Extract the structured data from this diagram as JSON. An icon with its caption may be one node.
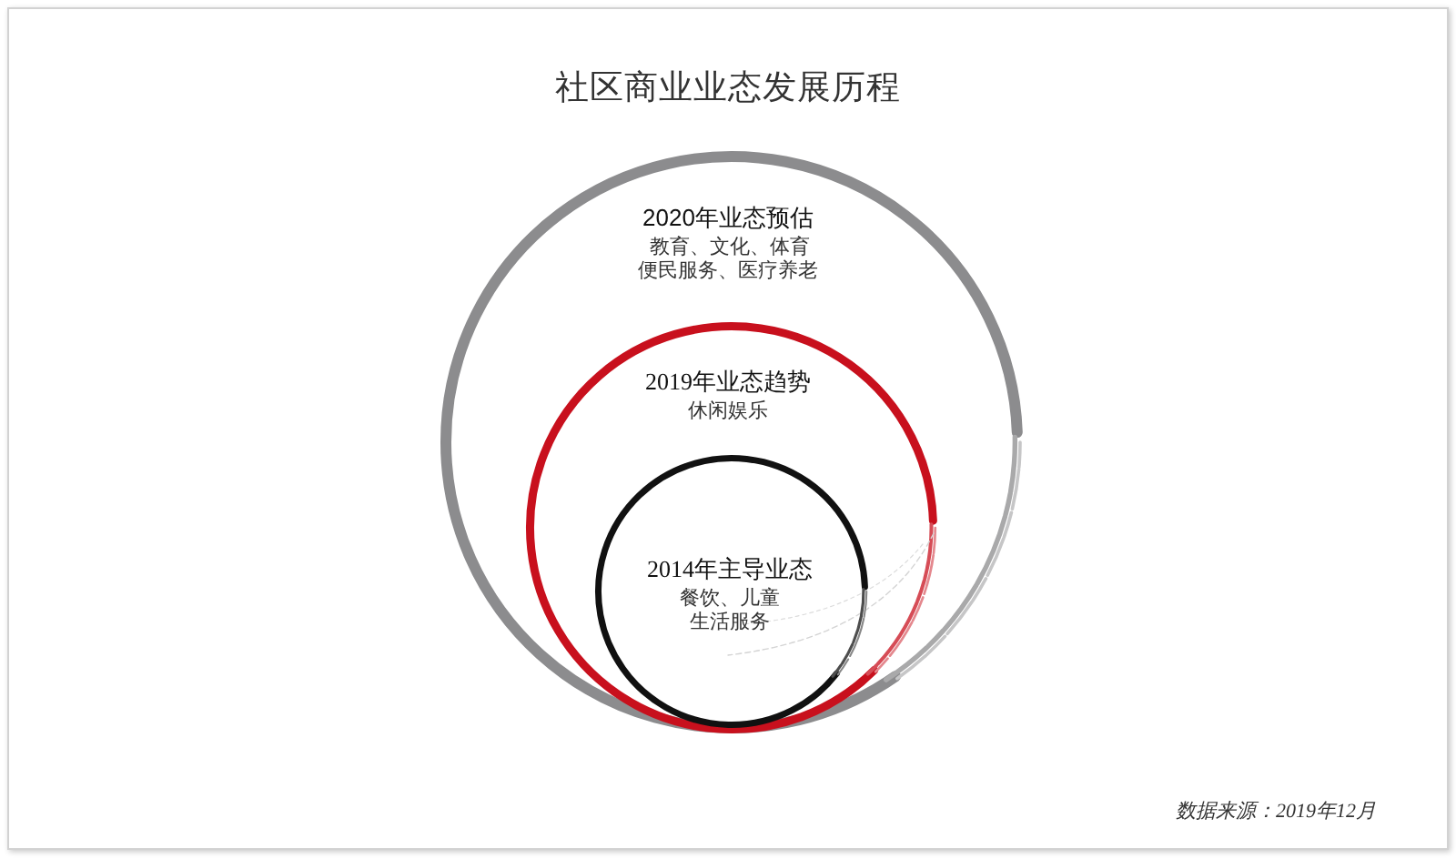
{
  "diagram": {
    "title": "社区商业业态发展历程",
    "nodes": [
      {
        "text": [
          "2020年业态预估",
          "教育、文化、体育便民服务、医疗养老"
        ]
      },
      {
        "text": [
          "2019年业态趋势",
          "休闲娱乐"
        ],
        "in": 0
      },
      {
        "text": [
          "2014年主导业态",
          "餐饮、儿童生活服务"
        ],
        "in": 1
      }
    ],
    "labels": [
      "数据来源：2019年12月"
    ]
  }
}
